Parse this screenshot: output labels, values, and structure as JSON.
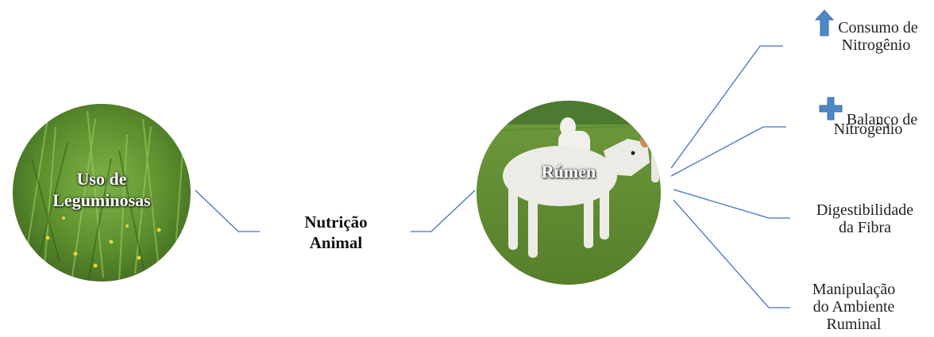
{
  "left_node": {
    "label": "Uso de Leguminosas",
    "line1": "Uso de",
    "line2": "Leguminosas"
  },
  "middle_node": {
    "label": "Nutrição Animal",
    "line1": "Nutrição",
    "line2": "Animal"
  },
  "right_node": {
    "label": "Rúmen"
  },
  "outcomes": [
    {
      "icon": "up-arrow-icon",
      "line1": "Consumo de",
      "line2": "Nitrogênio"
    },
    {
      "icon": "plus-icon",
      "line1": "Balanço de",
      "line2": "Nitrogênio"
    },
    {
      "icon": "",
      "line1": "Digestibilidade",
      "line2": "da Fibra"
    },
    {
      "icon": "",
      "line1": "Manipulação",
      "line2": "do Ambiente",
      "line3": "Ruminal"
    }
  ],
  "colors": {
    "connector": "#4472c4",
    "icon": "#4f86c6",
    "grass": "#6a9a3a",
    "cow": "#ecebe6"
  }
}
